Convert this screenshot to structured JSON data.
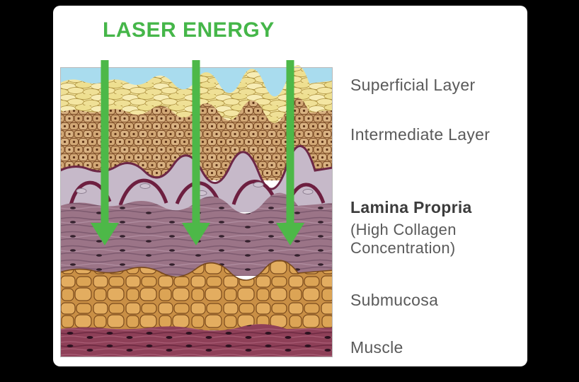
{
  "title": "LASER ENERGY",
  "colors": {
    "accent_green": "#4db848",
    "label_gray": "#5a5a5a",
    "label_dark": "#3c3c3c",
    "background": "#000000",
    "card": "#ffffff"
  },
  "diagram": {
    "arrow_count": 3,
    "layers_top_to_bottom": [
      "superficial-layer",
      "intermediate-layer",
      "lamina-propria",
      "submucosa",
      "muscle"
    ]
  },
  "labels": {
    "superficial": "Superficial Layer",
    "intermediate": "Intermediate Layer",
    "lamina_title": "Lamina Propria",
    "lamina_sub_line1": "(High Collagen",
    "lamina_sub_line2": "Concentration)",
    "submucosa": "Submucosa",
    "muscle": "Muscle"
  }
}
